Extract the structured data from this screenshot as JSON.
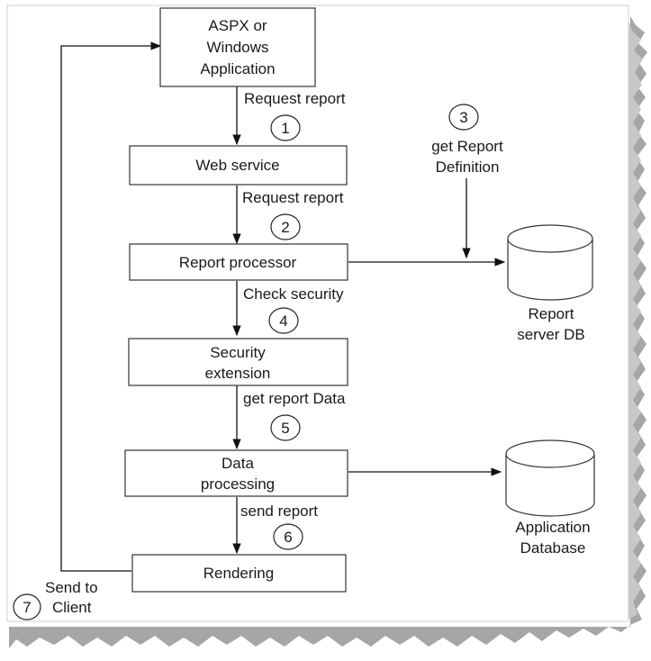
{
  "nodes": {
    "aspx_app": [
      "ASPX or",
      "Windows",
      "Application"
    ],
    "web_service": [
      "Web service"
    ],
    "report_processor": [
      "Report processor"
    ],
    "security_extension": [
      "Security",
      "extension"
    ],
    "data_processing": [
      "Data",
      "processing"
    ],
    "rendering": [
      "Rendering"
    ],
    "report_server_db": [
      "Report",
      "server DB"
    ],
    "application_database": [
      "Application",
      "Database"
    ]
  },
  "edge_labels": {
    "request_report_1": "Request report",
    "request_report_2": "Request report",
    "check_security": "Check security",
    "get_report_data": "get report Data",
    "send_report": "send report",
    "get_report_definition": [
      "get Report",
      "Definition"
    ],
    "send_to_client": [
      "Send to",
      "Client"
    ]
  },
  "steps": {
    "step1": "1",
    "step2": "2",
    "step3": "3",
    "step4": "4",
    "step5": "5",
    "step6": "6",
    "step7": "7"
  },
  "colors": {
    "background": "#ffffff",
    "line": "#111111",
    "shadow": "#9a9a9a"
  }
}
